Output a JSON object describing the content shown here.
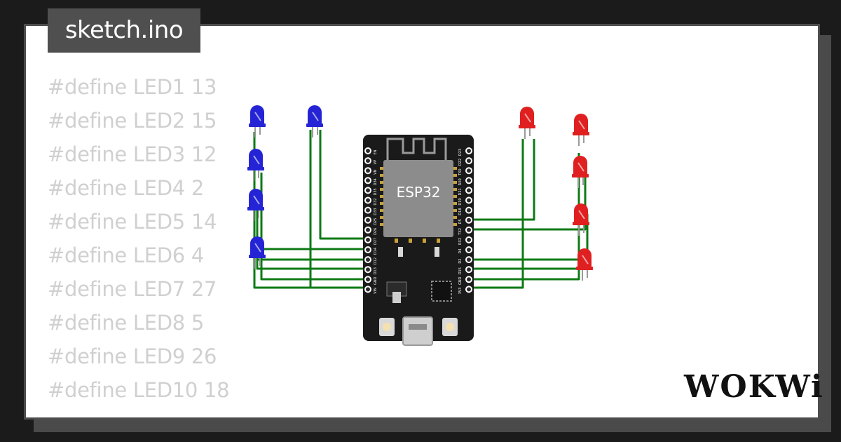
{
  "file_tab": {
    "label": "sketch.ino"
  },
  "code_lines": [
    "#define LED1 13",
    "#define LED2 15",
    "#define LED3 12",
    "#define LED4 2",
    "#define LED5 14",
    "#define LED6 4",
    "#define LED7 27",
    "#define LED8 5",
    "#define LED9 26",
    "#define LED10 18"
  ],
  "board": {
    "chip_label": "ESP32",
    "left_pins": [
      "EN",
      "VP",
      "VN",
      "D34",
      "D35",
      "D32",
      "D33",
      "D25",
      "D26",
      "D27",
      "D14",
      "D12",
      "D13",
      "GND",
      "VIN"
    ],
    "right_pins": [
      "D23",
      "D22",
      "TX0",
      "RX0",
      "D21",
      "D19",
      "D18",
      "D5",
      "TX2",
      "RX2",
      "D4",
      "D2",
      "D15",
      "GND",
      "3V3"
    ]
  },
  "leds": {
    "blue_count": 5,
    "red_count": 5,
    "colors": {
      "blue": "#2424d6",
      "red": "#e02020"
    }
  },
  "colors": {
    "wire": "#0d7a14",
    "board": "#1a1a1a",
    "chip": "#8c8c8c"
  },
  "logo": {
    "text": "WOKWi"
  }
}
